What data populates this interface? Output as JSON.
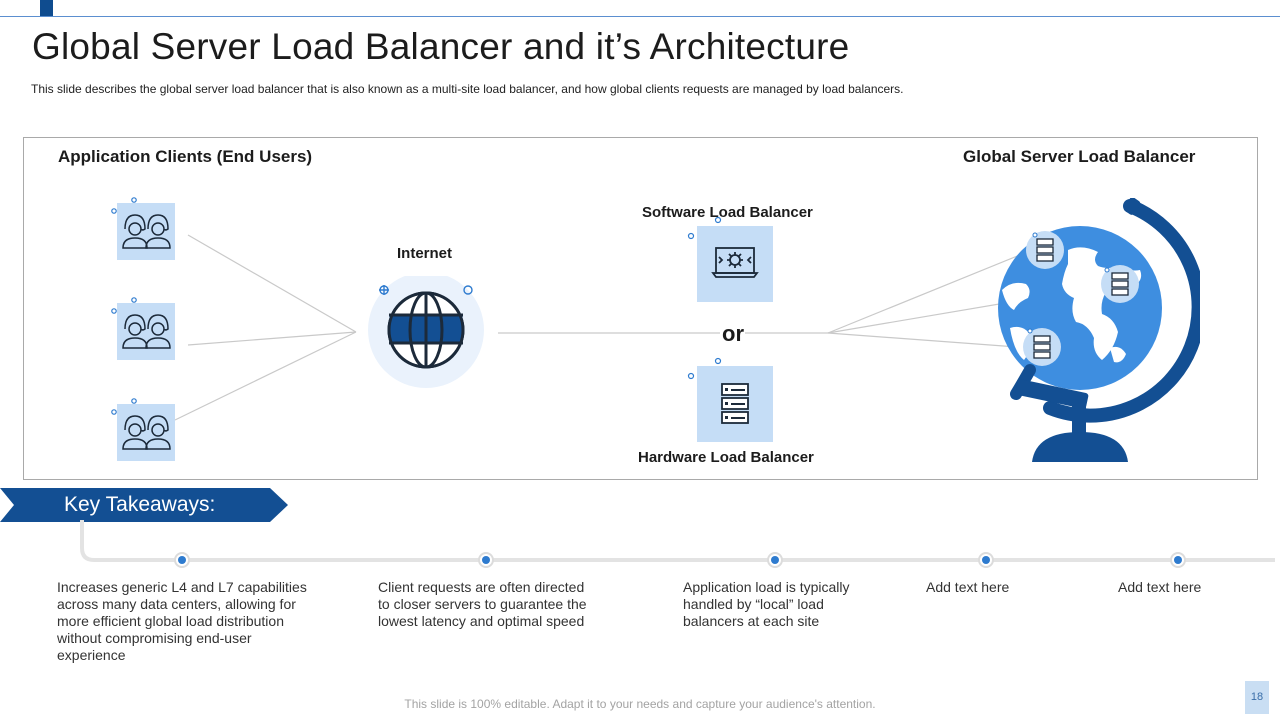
{
  "slide": {
    "title": "Global Server Load Balancer and it’s Architecture",
    "subtitle": "This slide describes the global server  load balancer that is also known as a multi-site load balancer,  and how global clients requests are managed by load balancers."
  },
  "diagram": {
    "clients_heading": "Application Clients (End Users)",
    "gslb_heading": "Global Server Load Balancer",
    "internet_label": "Internet",
    "software_lb_label": "Software  Load Balancer",
    "or_label": "or",
    "hardware_lb_label": "Hardware Load Balancer",
    "icons": [
      "users-icon",
      "globe-icon",
      "gear-monitor-icon",
      "server-rack-icon",
      "world-globe-stand-icon"
    ]
  },
  "takeaways": {
    "header": "Key Takeaways:",
    "items": [
      "Increases generic L4 and L7 capabilities across many data centers, allowing for more efficient global load distribution without compromising end-user experience",
      "Client requests are often directed to closer servers to guarantee the lowest latency and optimal speed",
      "Application load is typically handled by “local” load balancers at each site",
      "Add text here",
      "Add text here"
    ]
  },
  "footer": {
    "note": "This slide is 100% editable. Adapt it to your needs and capture your audience's attention.",
    "page_number": "18"
  },
  "colors": {
    "brand_dark": "#0f4c8f",
    "brand_mid": "#2e7bcf",
    "tile": "#c5ddf6",
    "globe": "#3e8ee0"
  }
}
